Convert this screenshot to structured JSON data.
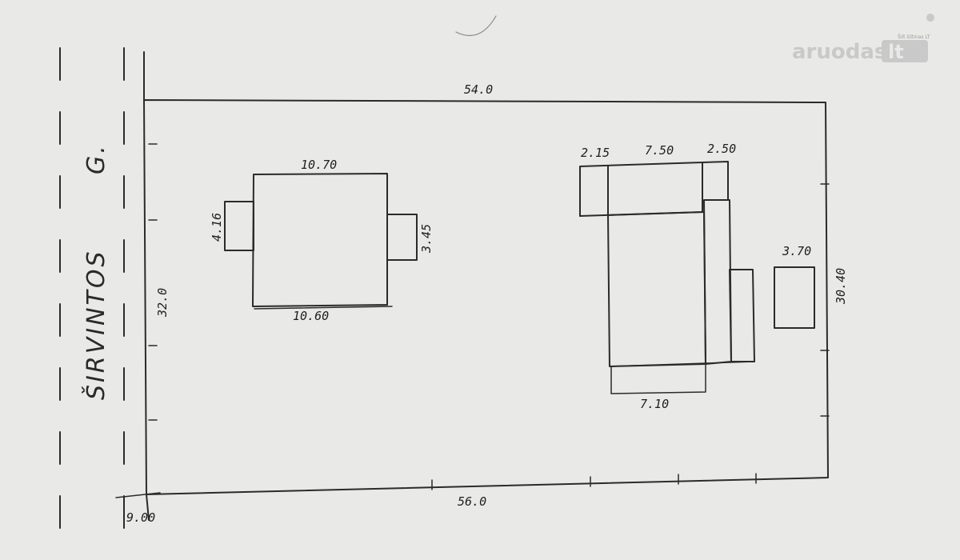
{
  "watermark": {
    "brand": "aruodas",
    "tld": "lt",
    "tag": "Šilt šiltinas LT"
  },
  "street": {
    "name": "ŠIRVINTOS",
    "suffix": "G."
  },
  "plot": {
    "top": "54.0",
    "bottom": "56.0",
    "left": "32.0",
    "right": "30.40",
    "corner": "9.00"
  },
  "house_left": {
    "top": "10.70",
    "bottom": "10.60",
    "left_wing": "4.16",
    "right_wing": "3.45"
  },
  "house_right": {
    "top_a": "2.15",
    "top_b": "7.50",
    "top_c": "2.50",
    "bottom": "7.10",
    "annex": "3.70"
  },
  "colors": {
    "paper": "#e9e9e7",
    "ink": "#2b2b2b",
    "watermark": "#c9c9c9"
  }
}
